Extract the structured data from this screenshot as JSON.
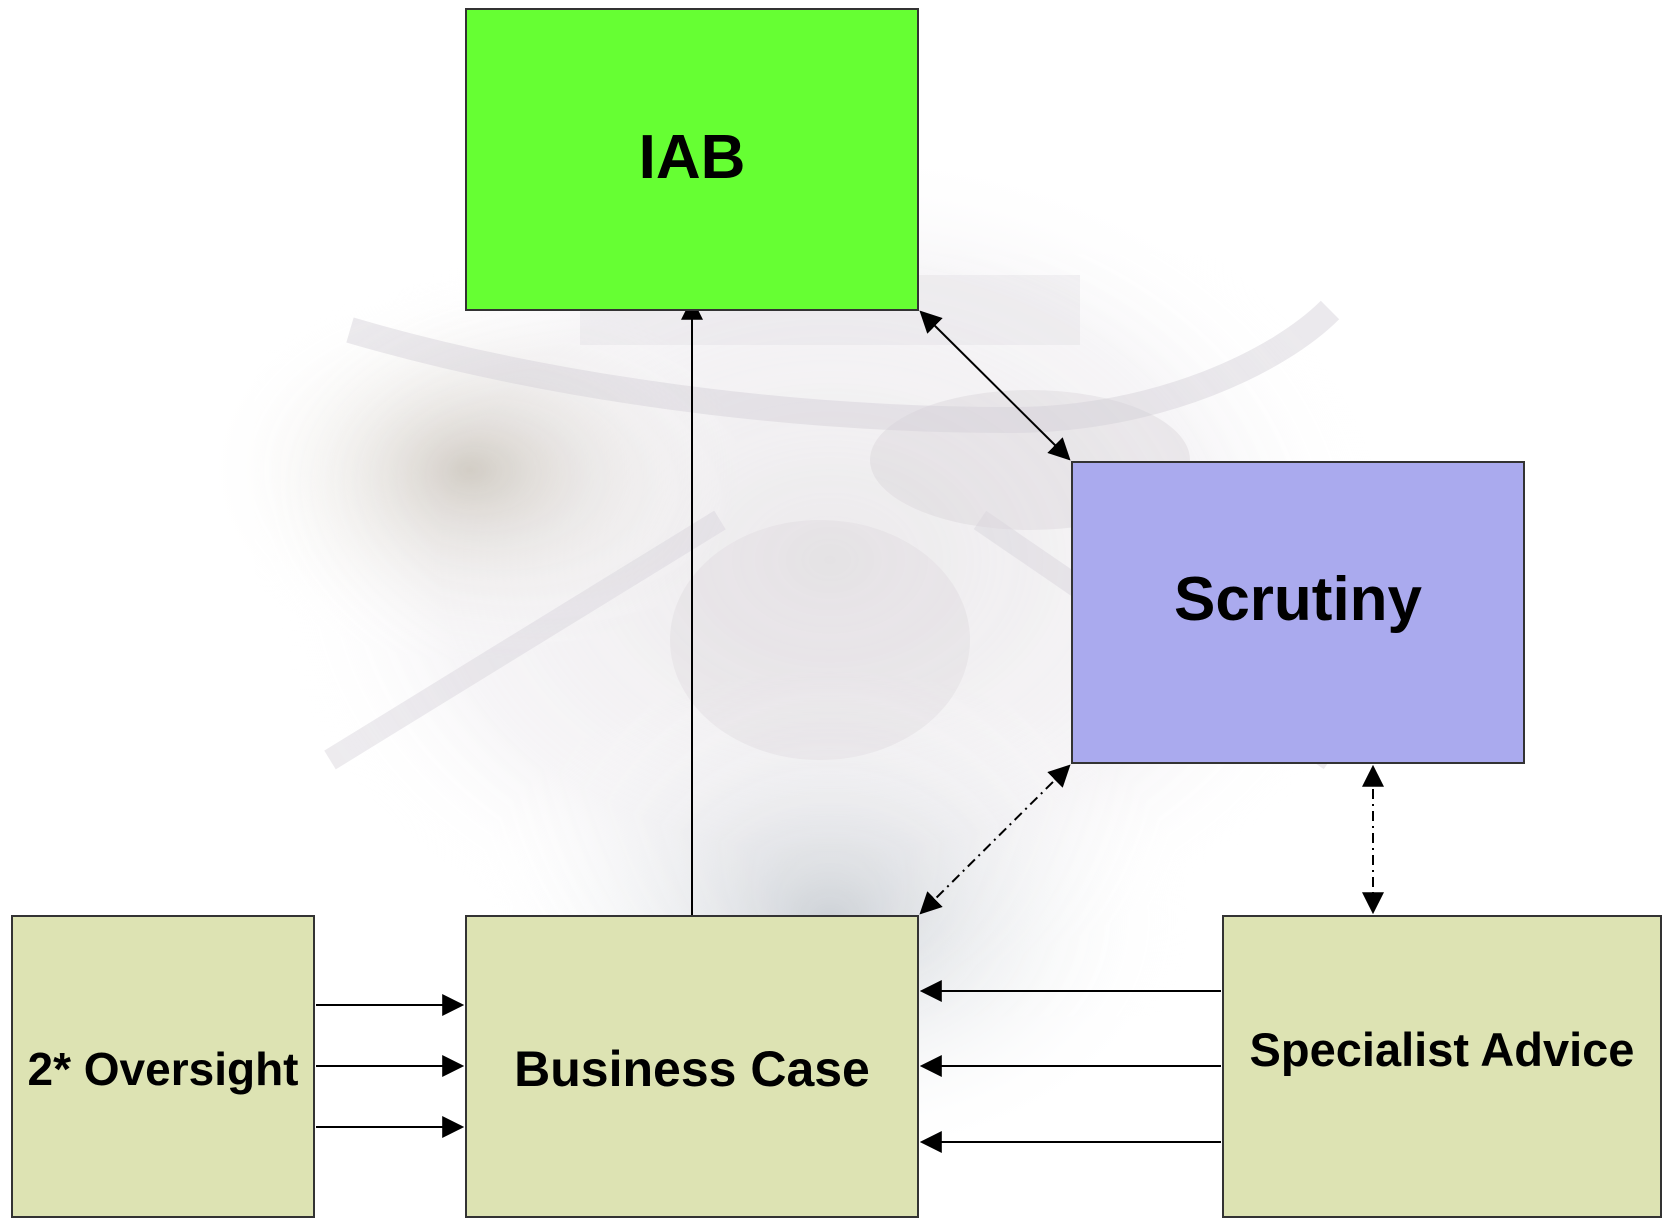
{
  "nodes": {
    "iab": {
      "label": "IAB",
      "fill": "#66ff33"
    },
    "scrutiny": {
      "label": "Scrutiny",
      "fill": "#aaaaee"
    },
    "oversight": {
      "label": "2* Oversight",
      "fill": "#dde3b3"
    },
    "business_case": {
      "label": "Business Case",
      "fill": "#dde3b3"
    },
    "specialist_advice": {
      "label": "Specialist Advice",
      "fill": "#dde3b3"
    }
  },
  "edges": [
    {
      "from": "business_case",
      "to": "iab",
      "style": "solid",
      "direction": "forward"
    },
    {
      "from": "iab",
      "to": "scrutiny",
      "style": "solid",
      "direction": "both"
    },
    {
      "from": "business_case",
      "to": "scrutiny",
      "style": "dash-dot",
      "direction": "both"
    },
    {
      "from": "scrutiny",
      "to": "specialist_advice",
      "style": "dash-dot",
      "direction": "both"
    },
    {
      "from": "oversight",
      "to": "business_case",
      "style": "solid",
      "direction": "forward",
      "count": 3
    },
    {
      "from": "specialist_advice",
      "to": "business_case",
      "style": "solid",
      "direction": "forward",
      "count": 3
    }
  ],
  "background": {
    "watermark": "military-crest-collage"
  }
}
